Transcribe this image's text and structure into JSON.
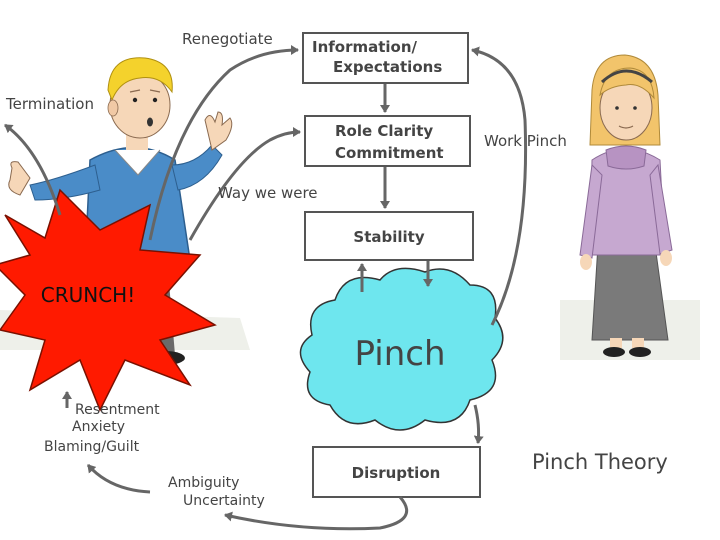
{
  "boxes": {
    "info_line1": "Information/",
    "info_line2": "Expectations",
    "role_line1": "Role Clarity",
    "role_line2": "Commitment",
    "stability": "Stability",
    "disruption": "Disruption"
  },
  "cloud_label": "Pinch",
  "crunch_label": "CRUNCH!",
  "labels": {
    "renegotiate": "Renegotiate",
    "termination": "Termination",
    "way_we_were": "Way we were",
    "work_pinch": "Work Pinch",
    "resentment": "Resentment",
    "anxiety": "Anxiety",
    "blaming": "Blaming/Guilt",
    "ambiguity": "Ambiguity",
    "uncertainty": "Uncertainty"
  },
  "theory_title": "Pinch Theory",
  "colors": {
    "box_stroke": "#555555",
    "arrow": "#666666",
    "cloud_fill": "#6ee6ee",
    "crunch_fill": "#ff1a00",
    "text": "#444444"
  },
  "icons": [
    "man-figure",
    "woman-figure",
    "crunch-starburst",
    "pinch-cloud"
  ]
}
